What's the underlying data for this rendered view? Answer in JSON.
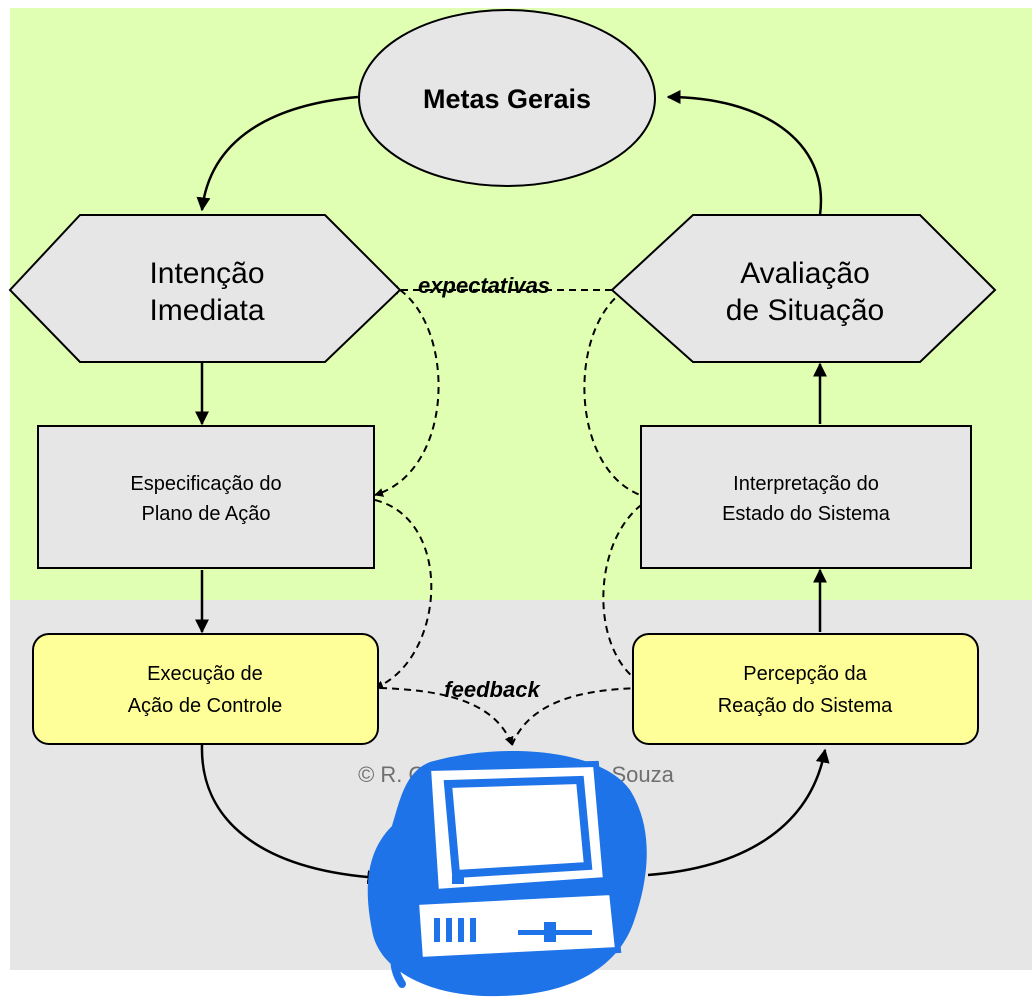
{
  "colors": {
    "top_zone": "#e0ffb3",
    "bottom_zone": "#e6e6e6",
    "gray_node": "#e6e6e6",
    "yellow_node": "#ffff99",
    "computer_blue": "#1e73e8",
    "stroke": "#000000"
  },
  "nodes": {
    "goal": {
      "line1": "Metas Gerais"
    },
    "intention": {
      "line1": "Intenção",
      "line2": "Imediata"
    },
    "evaluation": {
      "line1": "Avaliação",
      "line2": "de Situação"
    },
    "plan": {
      "line1": "Especificação do",
      "line2": "Plano de Ação"
    },
    "interpretation": {
      "line1": "Interpretação do",
      "line2": "Estado do Sistema"
    },
    "execution": {
      "line1": "Execução de",
      "line2": "Ação de Controle"
    },
    "perception": {
      "line1": "Percepção da",
      "line2": "Reação do Sistema"
    }
  },
  "labels": {
    "expectations": "expectativas",
    "feedback": "feedback"
  },
  "footer": {
    "text": "© R. O. Prates e C. S. de Souza"
  },
  "icons": {
    "computer": "desktop-computer-icon"
  }
}
